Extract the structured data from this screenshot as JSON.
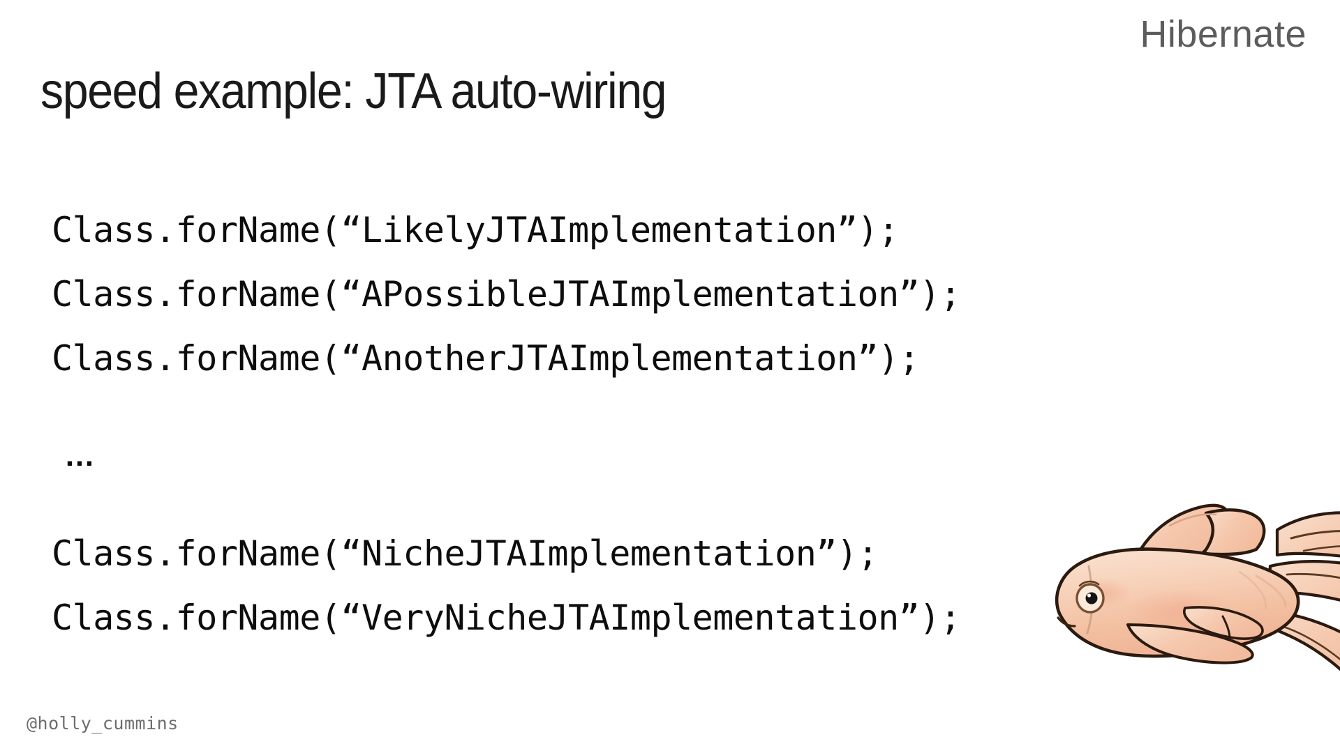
{
  "slide": {
    "background_color": "#ffffff",
    "brand": "Hibernate",
    "brand_color": "#5c5c5c",
    "title": "speed example: JTA auto-wiring",
    "title_color": "#1a1a1a",
    "handle": "@holly_cummins",
    "handle_color": "#6d6d6d"
  },
  "code": {
    "text_color": "#0d0d0d",
    "lines": [
      {
        "type": "code",
        "text": "Class.forName(“LikelyJTAImplementation”);"
      },
      {
        "type": "code",
        "text": "Class.forName(“APossibleJTAImplementation”);"
      },
      {
        "type": "code",
        "text": "Class.forName(“AnotherJTAImplementation”);"
      },
      {
        "type": "blank",
        "text": ""
      },
      {
        "type": "ellipsis",
        "text": "…"
      },
      {
        "type": "blank",
        "text": ""
      },
      {
        "type": "code",
        "text": "Class.forName(“NicheJTAImplementation”);"
      },
      {
        "type": "code",
        "text": "Class.forName(“VeryNicheJTAImplementation”);"
      }
    ]
  },
  "illustration": {
    "name": "goldfish",
    "body_color": "#f6d0b7",
    "body_shade": "#f0b293",
    "highlight_color": "#fae2d2",
    "outline_color": "#2b1a10",
    "fin_outline_color": "#5a3a22",
    "eye_color": "#141414"
  }
}
